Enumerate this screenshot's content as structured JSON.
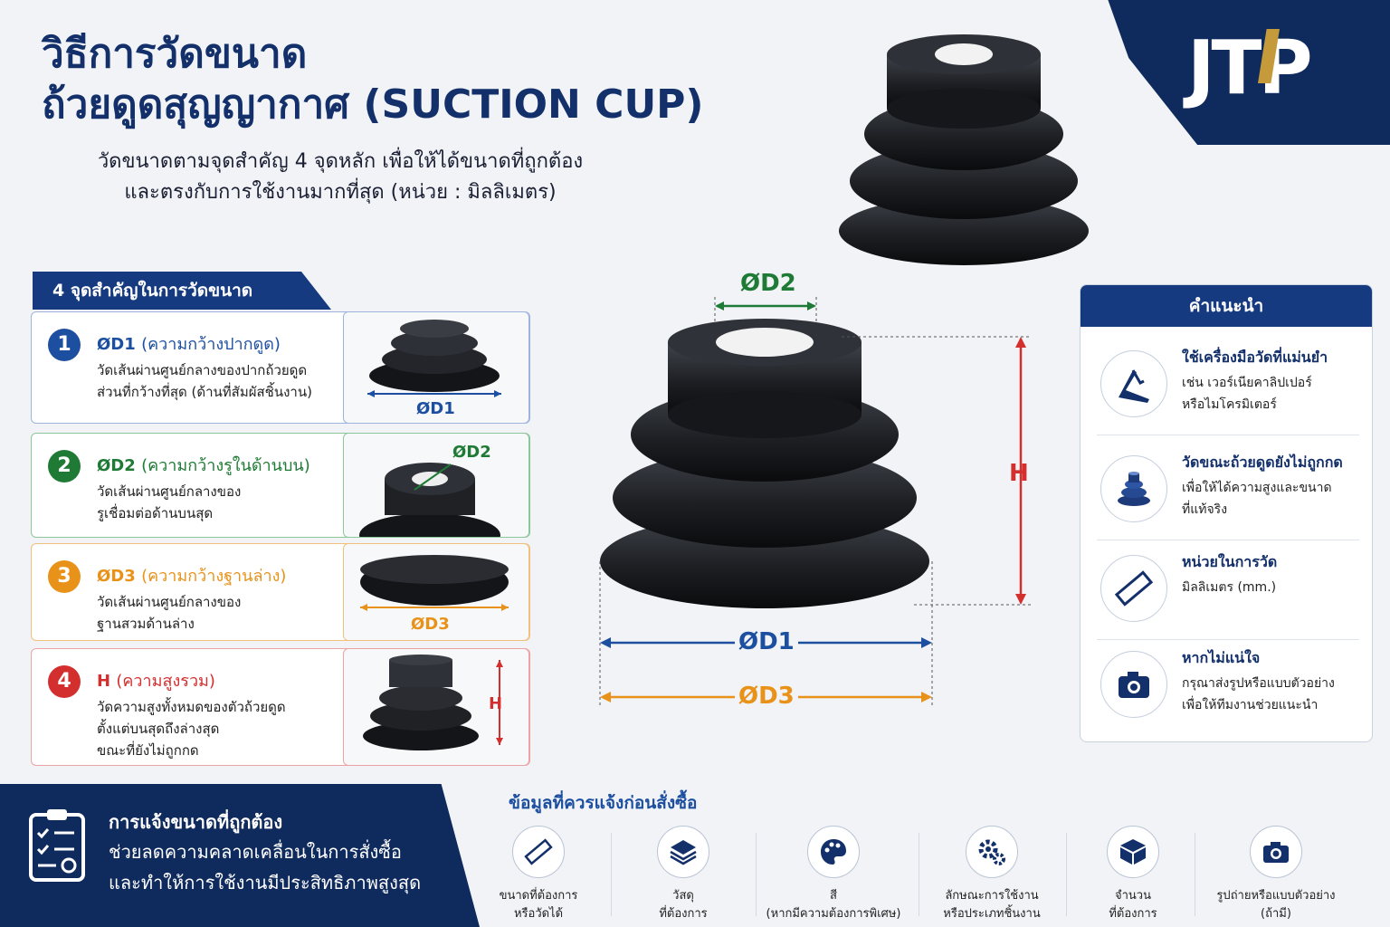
{
  "header": {
    "title_line1": "วิธีการวัดขนาด",
    "title_line2": "ถ้วยดูดสุญญากาศ (SUCTION CUP)",
    "subtitle_line1": "วัดขนาดตามจุดสำคัญ 4 จุดหลัก เพื่อให้ได้ขนาดที่ถูกต้อง",
    "subtitle_line2": "และตรงกับการใช้งานมากที่สุด (หน่วย : มิลลิเมตร)"
  },
  "logo": {
    "text": "JTP",
    "primary_color": "#0f2a5c",
    "accent_color": "#c49a3a"
  },
  "points_panel": {
    "tab_label": "4 จุดสำคัญในการวัดขนาด",
    "cards": [
      {
        "number": "1",
        "code": "ØD1",
        "title": "(ความกว้างปากดูด)",
        "desc_line1": "วัดเส้นผ่านศูนย์กลางของปากถ้วยดูด",
        "desc_line2": "ส่วนที่กว้างที่สุด (ด้านที่สัมผัสชิ้นงาน)",
        "desc_line3": "",
        "thumb_label": "ØD1",
        "color": "#1d4fa0"
      },
      {
        "number": "2",
        "code": "ØD2",
        "title": "(ความกว้างรูในด้านบน)",
        "desc_line1": "วัดเส้นผ่านศูนย์กลางของ",
        "desc_line2": "รูเชื่อมต่อด้านบนสุด",
        "desc_line3": "",
        "thumb_label": "ØD2",
        "color": "#1e7a34"
      },
      {
        "number": "3",
        "code": "ØD3",
        "title": "(ความกว้างฐานล่าง)",
        "desc_line1": "วัดเส้นผ่านศูนย์กลางของ",
        "desc_line2": "ฐานสวมด้านล่าง",
        "desc_line3": "",
        "thumb_label": "ØD3",
        "color": "#e8921a"
      },
      {
        "number": "4",
        "code": "H",
        "title": "(ความสูงรวม)",
        "desc_line1": "วัดความสูงทั้งหมดของตัวถ้วยดูด",
        "desc_line2": "ตั้งแต่บนสุดถึงล่างสุด",
        "desc_line3": "ขณะที่ยังไม่ถูกกด",
        "thumb_label": "H",
        "color": "#d32f2f"
      }
    ]
  },
  "diagram": {
    "d2": "ØD2",
    "h": "H",
    "d1": "ØD1",
    "d3": "ØD3"
  },
  "tips_panel": {
    "header": "คำแนะนำ",
    "tips": [
      {
        "title": "ใช้เครื่องมือวัดที่แม่นยำ",
        "desc_line1": "เช่น เวอร์เนียคาลิปเปอร์",
        "desc_line2": "หรือไมโครมิเตอร์",
        "icon": "caliper-icon"
      },
      {
        "title": "วัดขณะถ้วยดูดยังไม่ถูกกด",
        "desc_line1": "เพื่อให้ได้ความสูงและขนาด",
        "desc_line2": "ที่แท้จริง",
        "icon": "suction-cup-icon"
      },
      {
        "title": "หน่วยในการวัด",
        "desc_line1": "มิลลิเมตร (mm.)",
        "desc_line2": "",
        "icon": "ruler-icon"
      },
      {
        "title": "หากไม่แน่ใจ",
        "desc_line1": "กรุณาส่งรูปหรือแบบตัวอย่าง",
        "desc_line2": "เพื่อให้ทีมงานช่วยแนะนำ",
        "icon": "camera-icon"
      }
    ]
  },
  "bottom_banner": {
    "title": "การแจ้งขนาดที่ถูกต้อง",
    "desc_line1": "ช่วยลดความคลาดเคลื่อนในการสั่งซื้อ",
    "desc_line2": "และทำให้การใช้งานมีประสิทธิภาพสูงสุด"
  },
  "order_info": {
    "header": "ข้อมูลที่ควรแจ้งก่อนสั่งซื้อ",
    "items": [
      {
        "line1": "ขนาดที่ต้องการ",
        "line2": "หรือวัดได้",
        "icon": "ruler-icon"
      },
      {
        "line1": "วัสดุ",
        "line2": "ที่ต้องการ",
        "icon": "layers-icon"
      },
      {
        "line1": "สี",
        "line2": "(หากมีความต้องการพิเศษ)",
        "icon": "palette-icon"
      },
      {
        "line1": "ลักษณะการใช้งาน",
        "line2": "หรือประเภทชิ้นงาน",
        "icon": "gears-icon"
      },
      {
        "line1": "จำนวน",
        "line2": "ที่ต้องการ",
        "icon": "box-icon"
      },
      {
        "line1": "รูปถ่ายหรือแบบตัวอย่าง",
        "line2": "(ถ้ามี)",
        "icon": "camera-icon"
      }
    ]
  }
}
